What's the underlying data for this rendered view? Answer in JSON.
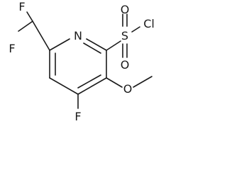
{
  "molecule": {
    "atoms": {
      "f_top": "F",
      "f_left": "F",
      "n_ring": "N",
      "s": "S",
      "cl": "Cl",
      "o_top": "O",
      "o_bottom": "O",
      "o_methoxy": "O",
      "f_ring": "F"
    }
  }
}
